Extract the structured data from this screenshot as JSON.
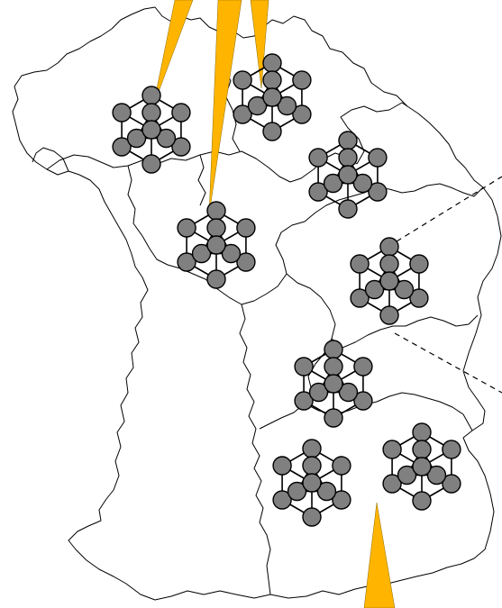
{
  "colors": {
    "background": "#ffffff",
    "border": "#000000",
    "beam": "#FFB500",
    "node": "#808080",
    "node_stroke": "#000000"
  },
  "clusters": [
    {
      "id": "cluster-1",
      "icon": "hexagonal-mesh-network"
    },
    {
      "id": "cluster-2",
      "icon": "hexagonal-mesh-network"
    },
    {
      "id": "cluster-3",
      "icon": "hexagonal-mesh-network"
    },
    {
      "id": "cluster-4",
      "icon": "hexagonal-mesh-network"
    },
    {
      "id": "cluster-5",
      "icon": "hexagonal-mesh-network"
    },
    {
      "id": "cluster-6",
      "icon": "hexagonal-mesh-network"
    },
    {
      "id": "cluster-7",
      "icon": "hexagonal-mesh-network"
    },
    {
      "id": "cluster-8",
      "icon": "hexagonal-mesh-network"
    },
    {
      "id": "cluster-9",
      "icon": "hexagonal-mesh-network"
    }
  ]
}
